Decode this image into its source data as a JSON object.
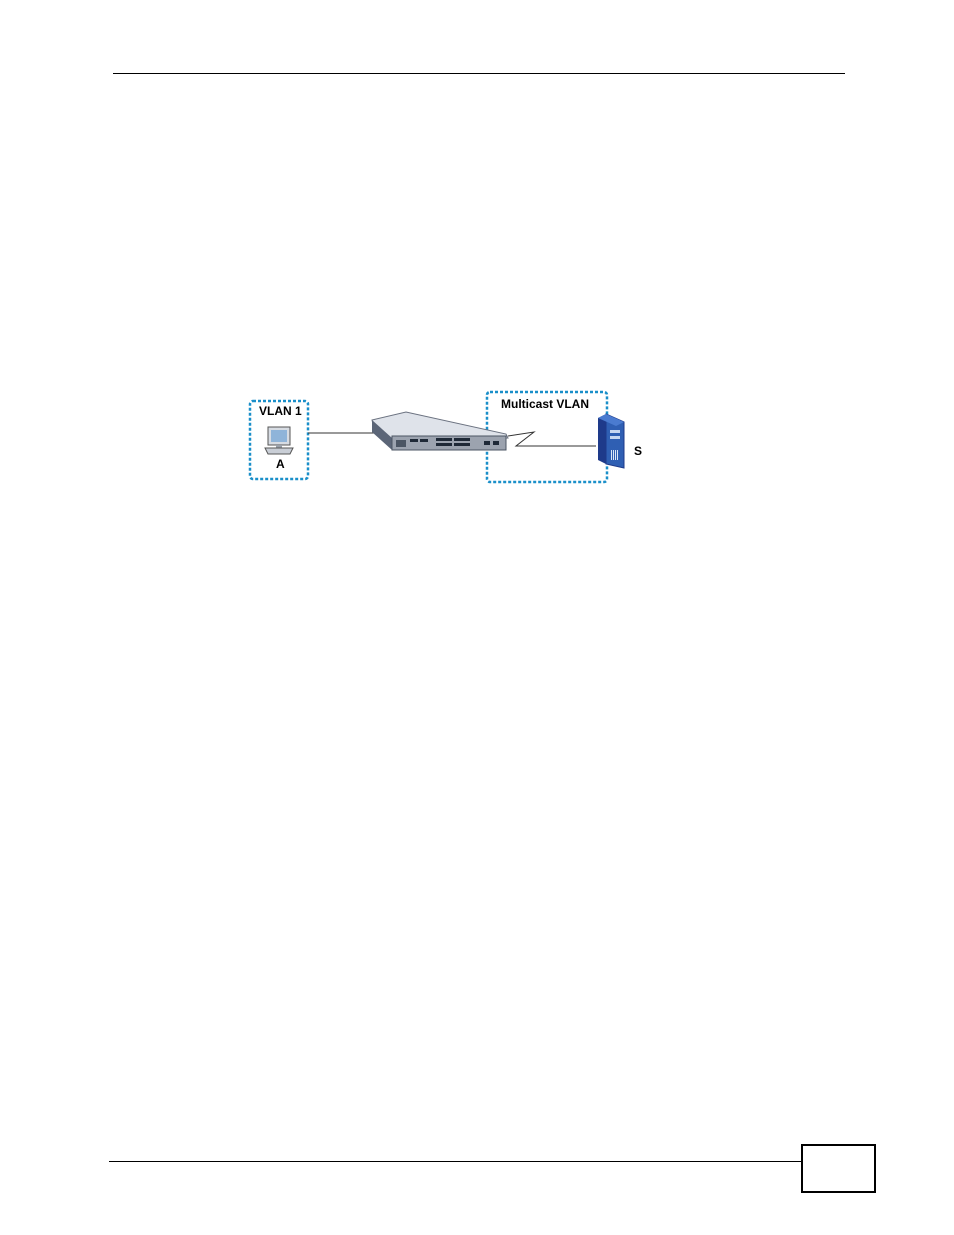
{
  "figure": {
    "vlan1_label": "VLAN 1",
    "multicast_vlan_label": "Multicast VLAN",
    "host_label": "A",
    "server_label": "S",
    "zone_border_color": "#1a8fc9",
    "icons": {
      "host": "computer-icon",
      "switch": "switch-icon",
      "server": "server-icon"
    }
  },
  "footer": {
    "page_number": ""
  }
}
